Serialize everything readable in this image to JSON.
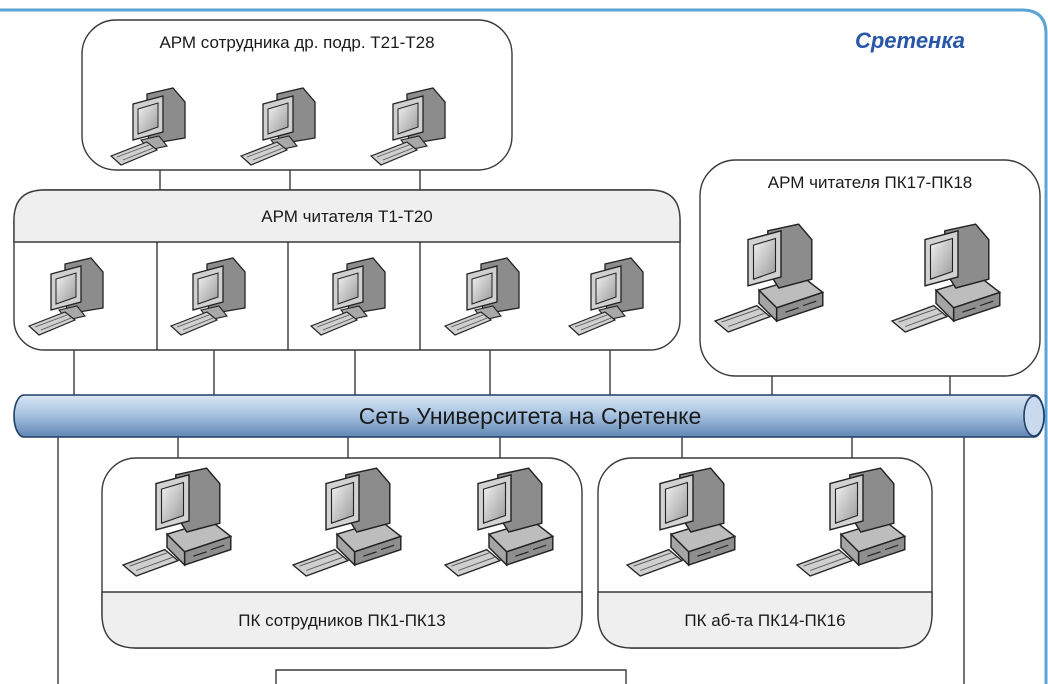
{
  "location_label": "Сретенка",
  "network_label": "Сеть Университета на Сретенке",
  "groups": {
    "staff_other_dept": {
      "label": "АРМ сотрудника др. подр. Т21-Т28",
      "icon": "workstation-icon"
    },
    "reader_t": {
      "label": "АРМ читателя Т1-Т20",
      "icon": "workstation-icon"
    },
    "reader_pk": {
      "label": "АРМ читателя ПК17-ПК18",
      "icon": "desktop-pc-icon"
    },
    "staff_pc": {
      "label": "ПК сотрудников ПК1-ПК13",
      "icon": "desktop-pc-icon"
    },
    "subscription_pc": {
      "label": "ПК аб-та ПК14-ПК16",
      "icon": "desktop-pc-icon"
    }
  },
  "colors": {
    "frame": "#5aa3d6",
    "network_bus": "#7fa6cf",
    "location_text": "#2a56a8"
  }
}
